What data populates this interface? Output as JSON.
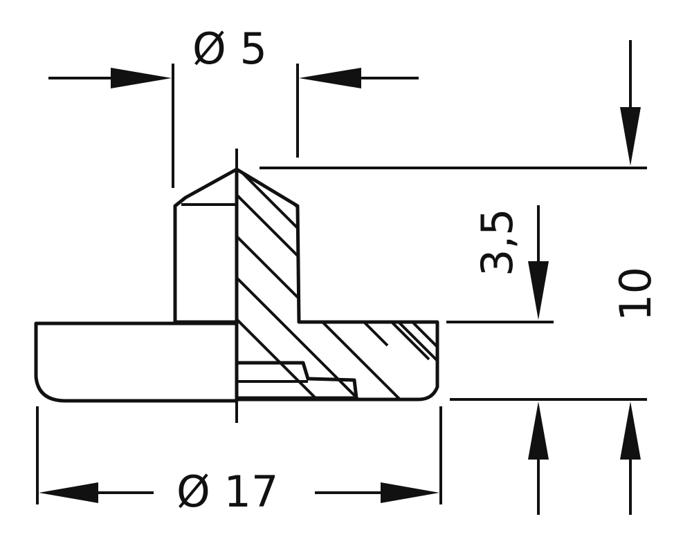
{
  "dimensions": {
    "pin_diameter": "Ø 5",
    "base_diameter": "Ø 17",
    "base_height": "3,5",
    "total_height": "10"
  },
  "colors": {
    "line": "#111111",
    "fill": "#e8e8e8",
    "background": "#ffffff"
  }
}
